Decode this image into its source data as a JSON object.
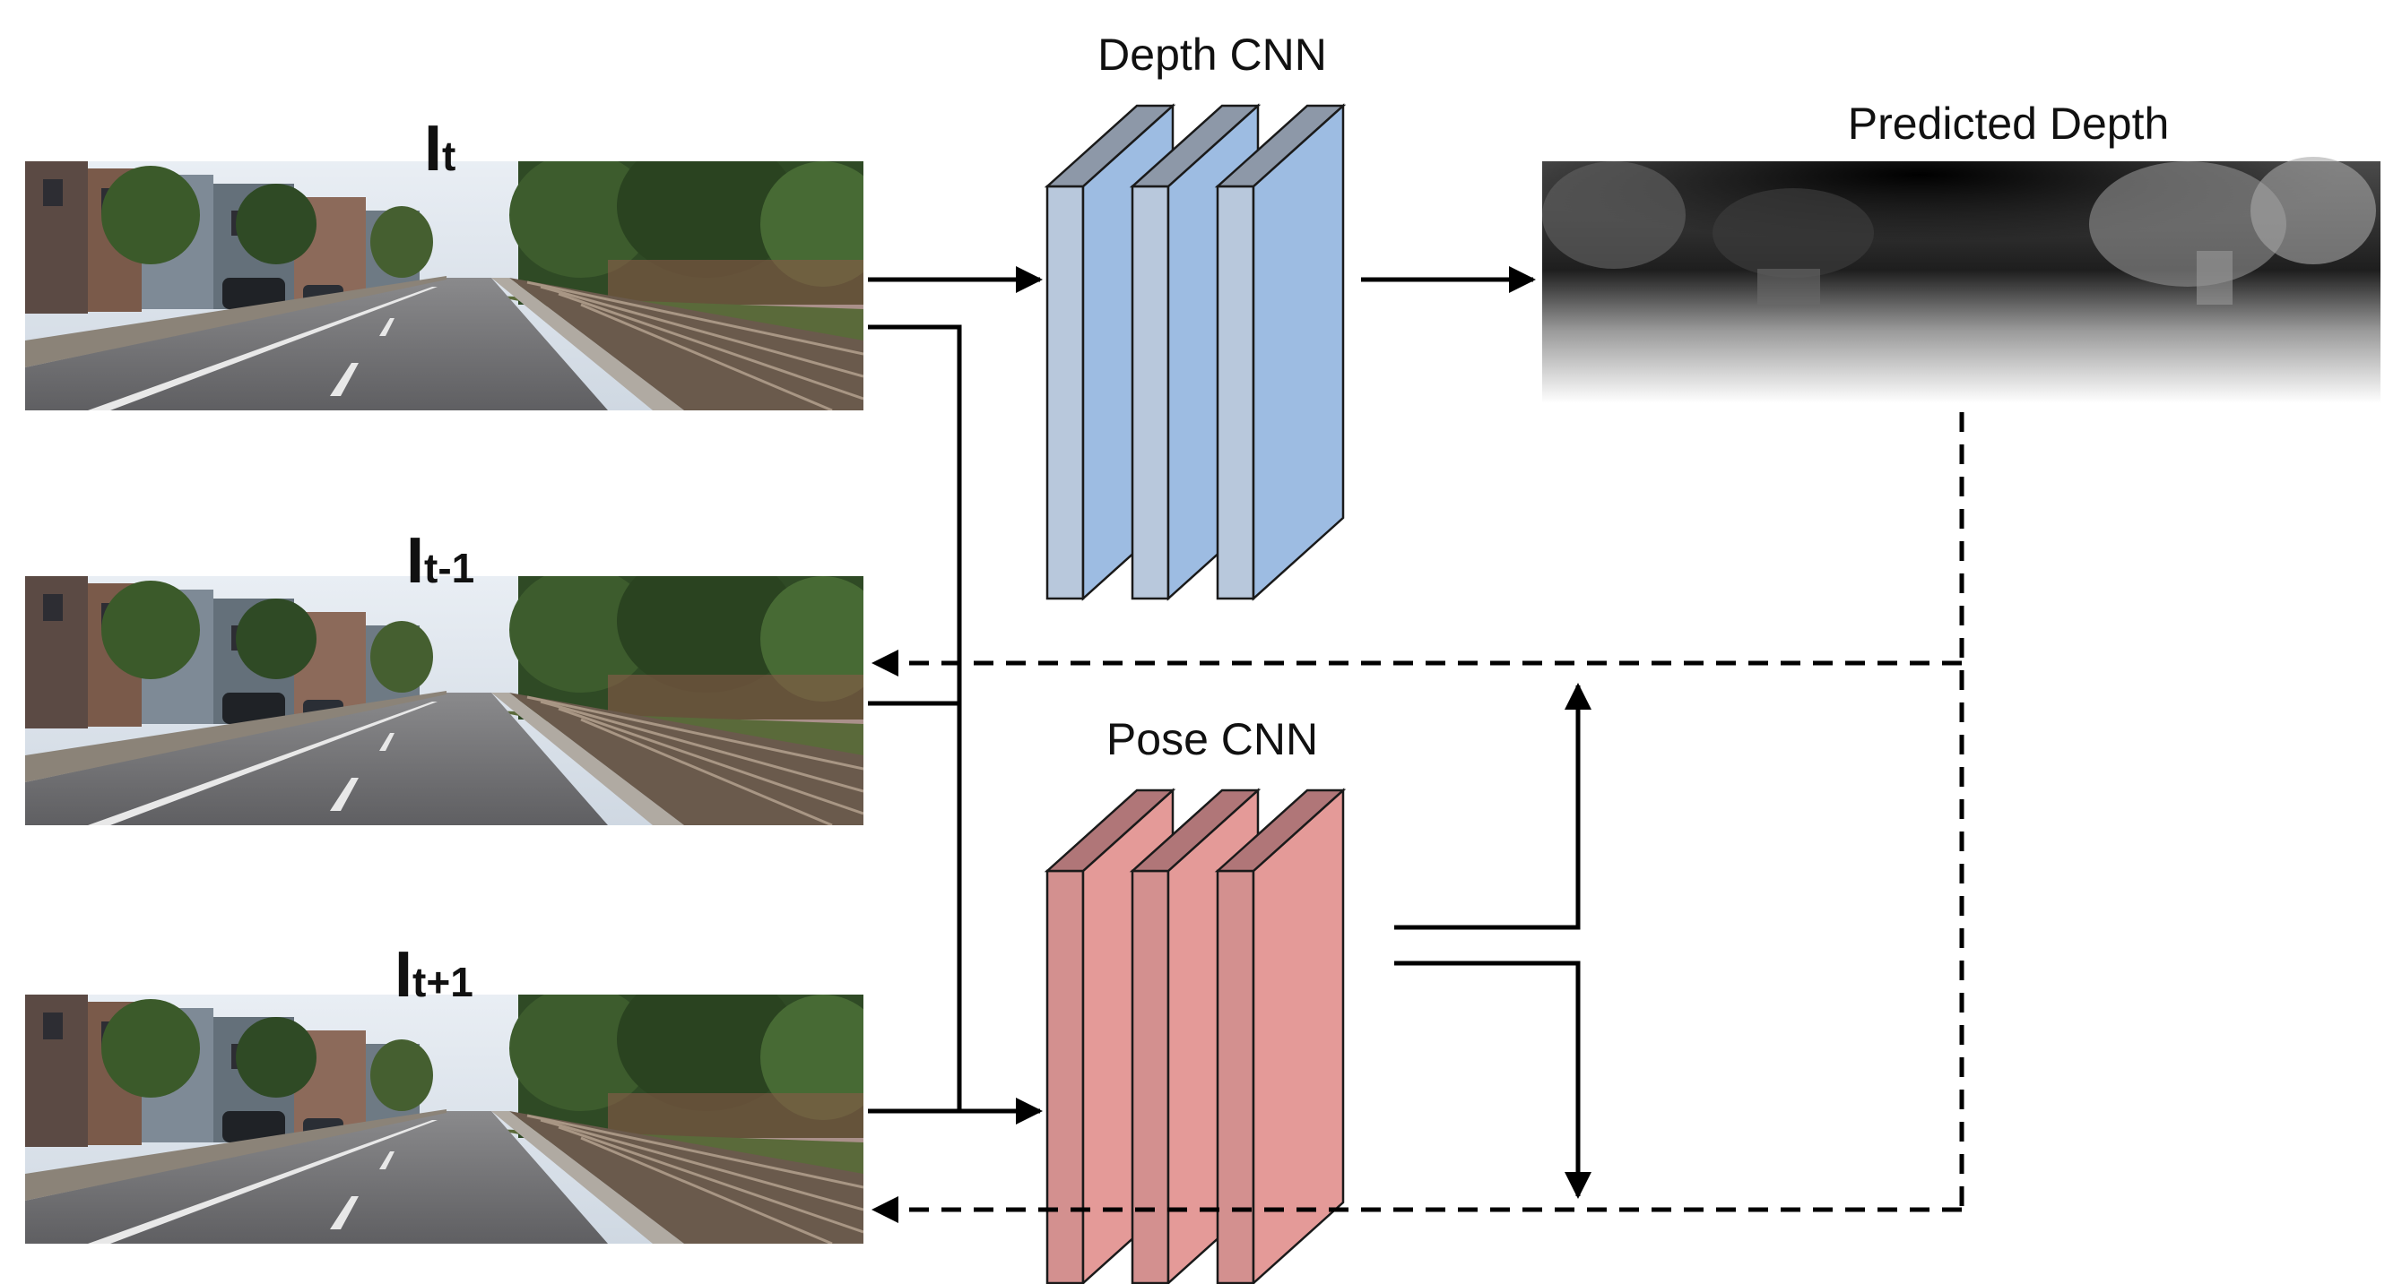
{
  "depth_cnn": {
    "title": "Depth CNN",
    "colors": {
      "face": "#9dbce2",
      "side": "#b8c8dc",
      "top": "#8d98a8"
    }
  },
  "pose_cnn": {
    "title": "Pose CNN",
    "colors": {
      "face": "#e49a98",
      "side": "#d3908f",
      "top": "#b07678"
    }
  },
  "output": {
    "title": "Predicted Depth"
  },
  "frames": [
    {
      "symbol": "I",
      "subscript": "t"
    },
    {
      "symbol": "I",
      "subscript": "t-1"
    },
    {
      "symbol": "I",
      "subscript": "t+1"
    }
  ],
  "colors": {
    "line": "#000000",
    "sky": "#dfe6ee",
    "road": "#6f6f72",
    "foliage": "#2f4a25",
    "buildings": "#5b4a44"
  }
}
